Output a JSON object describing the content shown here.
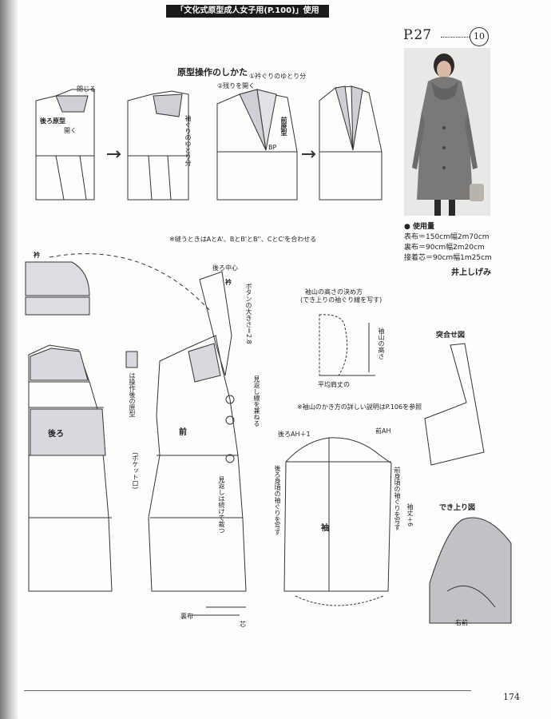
{
  "header": {
    "banner": "「文化式原型成人女子用(P.100)」使用",
    "page_ref": "P.27",
    "pattern_no": "10"
  },
  "materials": {
    "heading": "● 使用量",
    "lines": [
      "表布＝150cm幅2m70cm",
      "裏布＝90cm幅2m20cm",
      "接着芯＝90cm幅1m25cm"
    ],
    "author": "井上しげみ"
  },
  "diagram": {
    "section_title": "原型操作のしかた",
    "close": "閉じる",
    "open": "開く",
    "back_sloper": "後ろ原型",
    "front_sloper": "前原型",
    "armhole_ease": "袖ぐりのゆとり分",
    "step1": "①衿ぐりのゆとり分",
    "step2": "②残りを開く",
    "bp": "BP",
    "sew_note": "※縫うときはAとA'、BとB'とB''、CとC'を合わせる",
    "collar": "衿",
    "back_center": "後ろ中心",
    "button_size": "ボタンの大きさ＝2.8",
    "facing_line": "見返し線を兼ねる",
    "back": "後ろ",
    "front": "前",
    "after_op": "は操作後の原型",
    "pocket": "(ポケット口)",
    "facing_cut": "見返しは続けて裁つ",
    "lining": "裏布",
    "interfacing": "芯",
    "sleeve_cap_title": "袖山の高さの決め方",
    "sleeve_cap_sub": "(でき上りの袖ぐり線を写す)",
    "sleeve_cap_height": "袖山の高さ",
    "avg_shoulder": "平均肩丈の",
    "sleeve_note": "※袖山のかき方の詳しい説明はP.106を参照",
    "sleeve": "袖",
    "back_ah": "後ろAH＋1",
    "front_ah": "前AH",
    "sleeve_len": "袖丈＋6",
    "back_body_copy": "後ろ身頃の袖ぐりを写す",
    "front_body_copy": "前身頃の袖ぐりを写す",
    "match_title": "突合せ図",
    "finished_title": "でき上り図",
    "right_front": "右前",
    "page_number": "174"
  }
}
